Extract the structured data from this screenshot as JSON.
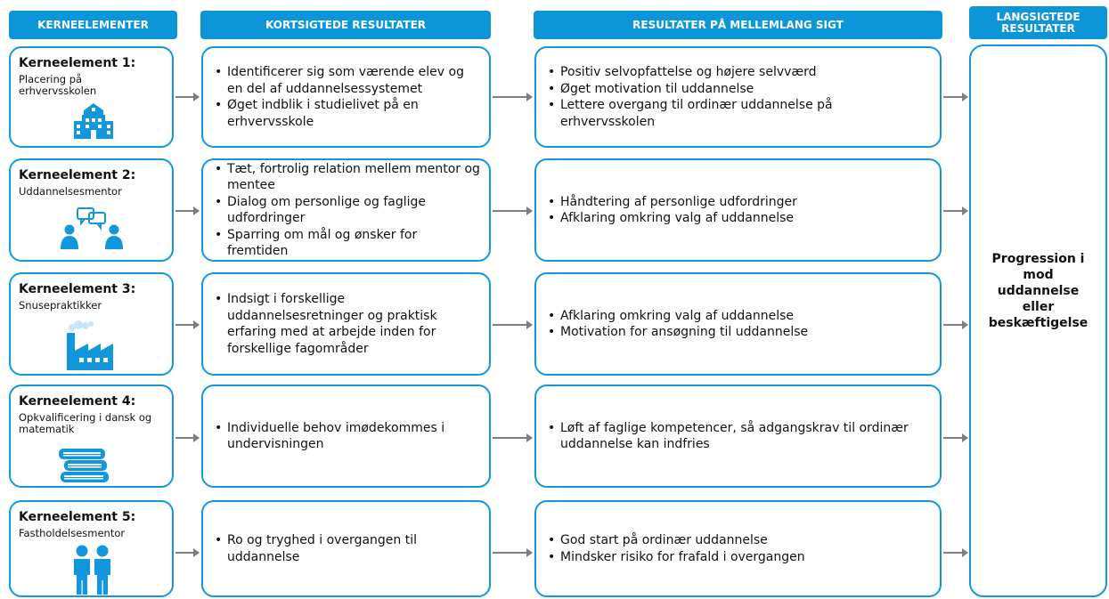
{
  "headers": {
    "core": "KERNEELEMENTER",
    "short": "KORTSIGTEDE RESULTATER",
    "mid": "RESULTATER PÅ MELLEMLANG SIGT",
    "long": "LANGSIGTEDE RESULTATER"
  },
  "elements": [
    {
      "title": "Kerneelement 1:",
      "subtitle": "Placering på erhvervsskolen",
      "icon": "school-building-icon",
      "short": [
        "Identificerer sig som værende elev og en del af uddannelsessystemet",
        "Øget indblik i studielivet på en erhvervsskole"
      ],
      "mid": [
        "Positiv selvopfattelse og højere selvværd",
        "Øget motivation til uddannelse",
        "Lettere overgang til ordinær uddannelse på erhvervsskolen"
      ]
    },
    {
      "title": "Kerneelement 2:",
      "subtitle": "Uddannelsesmentor",
      "icon": "conversation-people-icon",
      "short": [
        "Tæt, fortrolig relation mellem mentor og mentee",
        "Dialog om personlige og faglige udfordringer",
        "Sparring om mål og ønsker for fremtiden"
      ],
      "mid": [
        "Håndtering af personlige udfordringer",
        "Afklaring omkring valg af uddannelse"
      ]
    },
    {
      "title": "Kerneelement 3:",
      "subtitle": "Snusepraktikker",
      "icon": "factory-icon",
      "short": [
        "Indsigt i forskellige uddannelsesretninger og praktisk erfaring med at arbejde inden for forskellige fagområder"
      ],
      "mid": [
        "Afklaring omkring valg af uddannelse",
        "Motivation for ansøgning til uddannelse"
      ]
    },
    {
      "title": "Kerneelement 4:",
      "subtitle": "Opkvalificering i dansk og matematik",
      "icon": "books-stack-icon",
      "short": [
        "Individuelle behov imødekommes i undervisningen"
      ],
      "mid": [
        "Løft af faglige kompetencer, så adgangskrav til ordinær uddannelse kan indfries"
      ]
    },
    {
      "title": "Kerneelement 5:",
      "subtitle": "Fastholdelsesmentor",
      "icon": "two-people-icon",
      "short": [
        "Ro og tryghed i overgangen til uddannelse"
      ],
      "mid": [
        "God start på ordinær uddannelse",
        "Mindsker risiko for frafald i overgangen"
      ]
    }
  ],
  "final": "Progression i mod uddannelse eller beskæftigelse",
  "colors": {
    "accent": "#0d95d9",
    "border": "#1297dc",
    "arrow": "#7f7f7f"
  }
}
